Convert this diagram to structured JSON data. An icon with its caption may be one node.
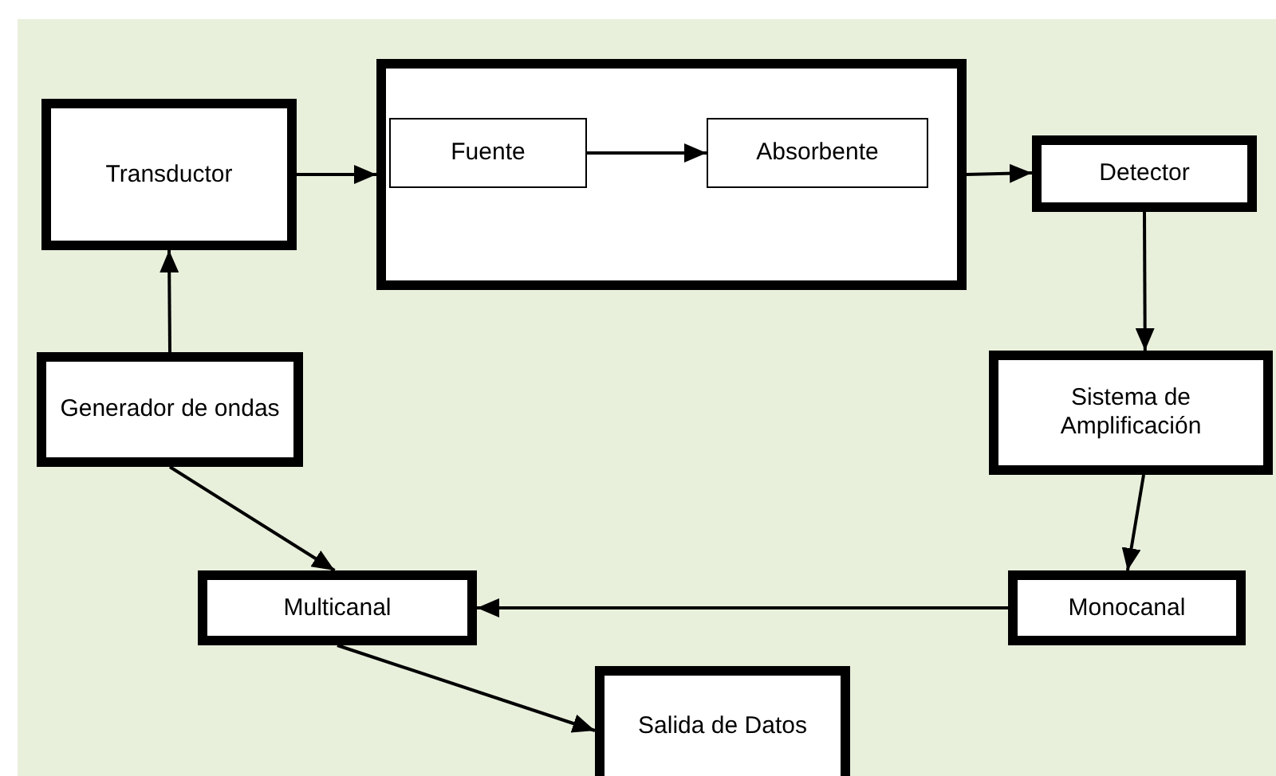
{
  "diagram": {
    "nodes": [
      {
        "text": [
          "Transductor"
        ]
      },
      {
        "text": [],
        "shape": "box"
      },
      {
        "text": [
          "Fuente"
        ],
        "in": 1
      },
      {
        "text": [
          "Absorbente"
        ],
        "in": 1
      },
      {
        "text": [
          "Detector"
        ]
      },
      {
        "text": [
          "Generador de ondas"
        ]
      },
      {
        "text": [
          "Sistema de Amplificación"
        ]
      },
      {
        "text": [
          "Multicanal"
        ]
      },
      {
        "text": [
          "Monocanal"
        ]
      },
      {
        "text": [
          "Salida de Datos"
        ]
      }
    ],
    "edges": [
      {
        "from": 0,
        "to": 1,
        "arrow": "to"
      },
      {
        "from": 2,
        "to": 3,
        "arrow": "to"
      },
      {
        "from": 1,
        "to": 4,
        "arrow": "to"
      },
      {
        "from": 4,
        "to": 6,
        "arrow": "to"
      },
      {
        "from": 5,
        "to": 0,
        "arrow": "to"
      },
      {
        "from": 6,
        "to": 8,
        "arrow": "to"
      },
      {
        "from": 8,
        "to": 7,
        "arrow": "to"
      },
      {
        "from": 5,
        "to": 7,
        "arrow": "to"
      },
      {
        "from": 7,
        "to": 9,
        "arrow": "to"
      }
    ]
  }
}
